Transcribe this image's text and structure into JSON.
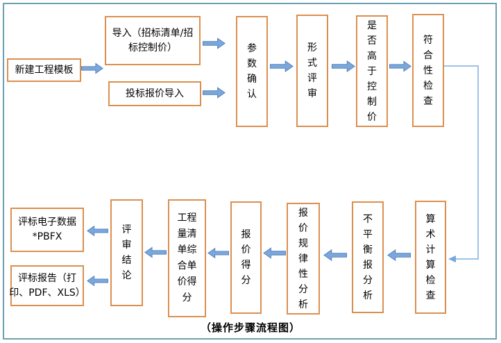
{
  "caption": "（操作步骤流程图）",
  "colors": {
    "page_border": "#6D9FB5",
    "node_border": "#DB8F4F",
    "arrow_fill": "#7BA7DB",
    "arrow_stroke": "#4E80BC",
    "connector_line": "#9DC3E6",
    "text": "#000000"
  },
  "nodes": {
    "new_template": {
      "label": "新建工程模板"
    },
    "import_list": {
      "label": "导入（招标清单/招标控制价）",
      "lines": [
        "导入（招标清单/招",
        "标控制价）"
      ]
    },
    "bid_import": {
      "label": "投标报价导入"
    },
    "param_confirm": {
      "label": "参数确认"
    },
    "form_review": {
      "label": "形式评审"
    },
    "above_control": {
      "label": "是否高于控制价"
    },
    "conformity_check": {
      "label": "符合性检查"
    },
    "arithmetic_check": {
      "label": "算术计算检查"
    },
    "unbalanced_analysis": {
      "label": "不平衡报分析"
    },
    "pattern_analysis": {
      "label": "报价规律性分析"
    },
    "bid_score": {
      "label": "报价得分"
    },
    "boq_score": {
      "label": "工程量清单综合单价得分"
    },
    "review_conclusion": {
      "label": "评审结论"
    },
    "eval_data": {
      "label": "评标电子数据 *PBFX",
      "lines": [
        "评标电子数据",
        "*PBFX"
      ]
    },
    "eval_report": {
      "label": "评标报告（打印、PDF、XLS）",
      "lines": [
        "评标报告（打",
        "印、PDF、XLS）"
      ]
    }
  }
}
